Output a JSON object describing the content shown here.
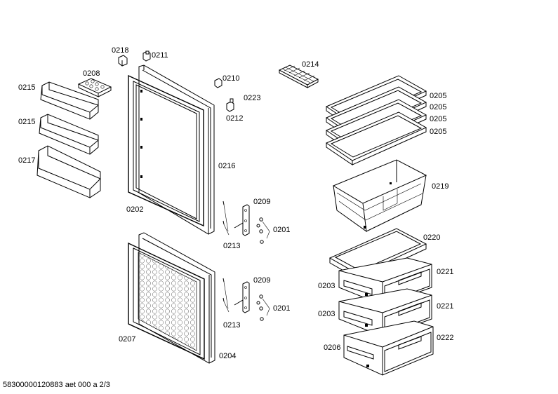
{
  "labels": {
    "p0218": "0218",
    "p0211": "0211",
    "p0208": "0208",
    "p0215a": "0215",
    "p0215b": "0215",
    "p0217": "0217",
    "p0210": "0210",
    "p0223": "0223",
    "p0212": "0212",
    "p0214": "0214",
    "p0205a": "0205",
    "p0205b": "0205",
    "p0205c": "0205",
    "p0205d": "0205",
    "p0216": "0216",
    "p0219": "0219",
    "p0202": "0202",
    "p0209a": "0209",
    "p0201a": "0201",
    "p0213a": "0213",
    "p0220": "0220",
    "p0221a": "0221",
    "p0203a": "0203",
    "p0209b": "0209",
    "p0201b": "0201",
    "p0213b": "0213",
    "p0221b": "0221",
    "p0203b": "0203",
    "p0207": "0207",
    "p0222": "0222",
    "p0206": "0206",
    "p0204": "0204"
  },
  "footer": "58300000120883 aet 000 a 2/3"
}
